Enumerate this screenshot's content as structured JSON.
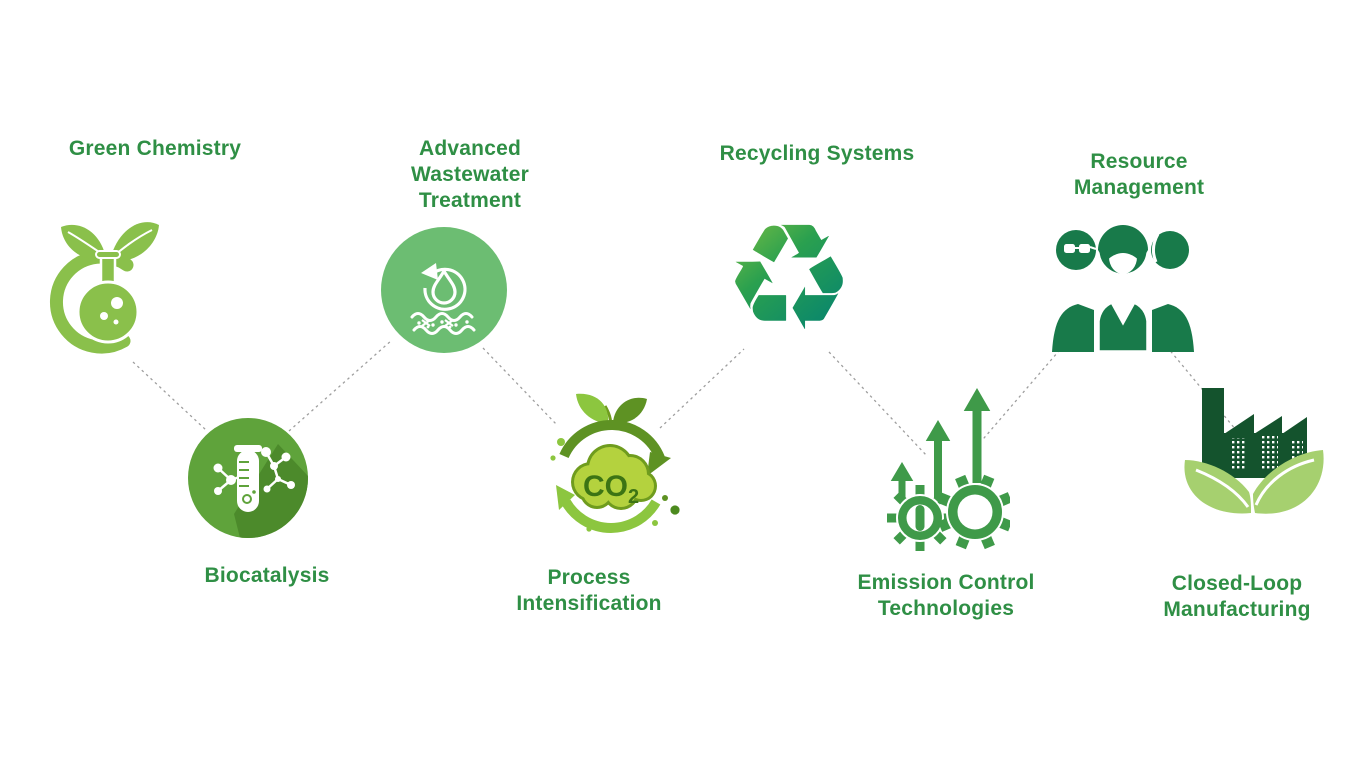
{
  "figure": {
    "type": "infographic-diagram",
    "background": "#ffffff"
  },
  "palette": {
    "label_green": "#2f8f45",
    "light_green": "#8cc63f",
    "flask_green": "#8ac04b",
    "circle_green": "#6cbd72",
    "biocatalysis_green": "#5fa33b",
    "gear_green": "#3f9a49",
    "deep_green": "#187a4a",
    "forest_green": "#14532d",
    "leaf_green": "#a6d06f",
    "teal_green": "#0e8a68",
    "connector_gray": "#9e9e9e"
  },
  "nodes": [
    {
      "id": "green-chemistry",
      "label": "Green Chemistry",
      "icon": "flask-leaf-icon",
      "position": "top"
    },
    {
      "id": "biocatalysis",
      "label": "Biocatalysis",
      "icon": "test-tube-molecule-icon",
      "position": "bottom"
    },
    {
      "id": "advanced-wastewater-treatment",
      "label": "Advanced Wastewater Treatment",
      "icon": "water-drop-waves-icon",
      "position": "top"
    },
    {
      "id": "process-intensification",
      "label": "Process Intensification",
      "icon": "co2-cloud-cycle-icon",
      "position": "bottom"
    },
    {
      "id": "recycling-systems",
      "label": "Recycling Systems",
      "icon": "recycling-arrows-icon",
      "position": "top"
    },
    {
      "id": "emission-control-technologies",
      "label": "Emission Control Technologies",
      "icon": "gears-rising-arrows-icon",
      "position": "bottom"
    },
    {
      "id": "resource-management",
      "label": "Resource Management",
      "icon": "people-group-icon",
      "position": "top"
    },
    {
      "id": "closed-loop-manufacturing",
      "label": "Closed-Loop Manufacturing",
      "icon": "factory-on-leaves-icon",
      "position": "bottom"
    }
  ],
  "icon_text": {
    "co2": "CO",
    "co2_subscript": "2",
    "recycling_glyph": "♻"
  }
}
